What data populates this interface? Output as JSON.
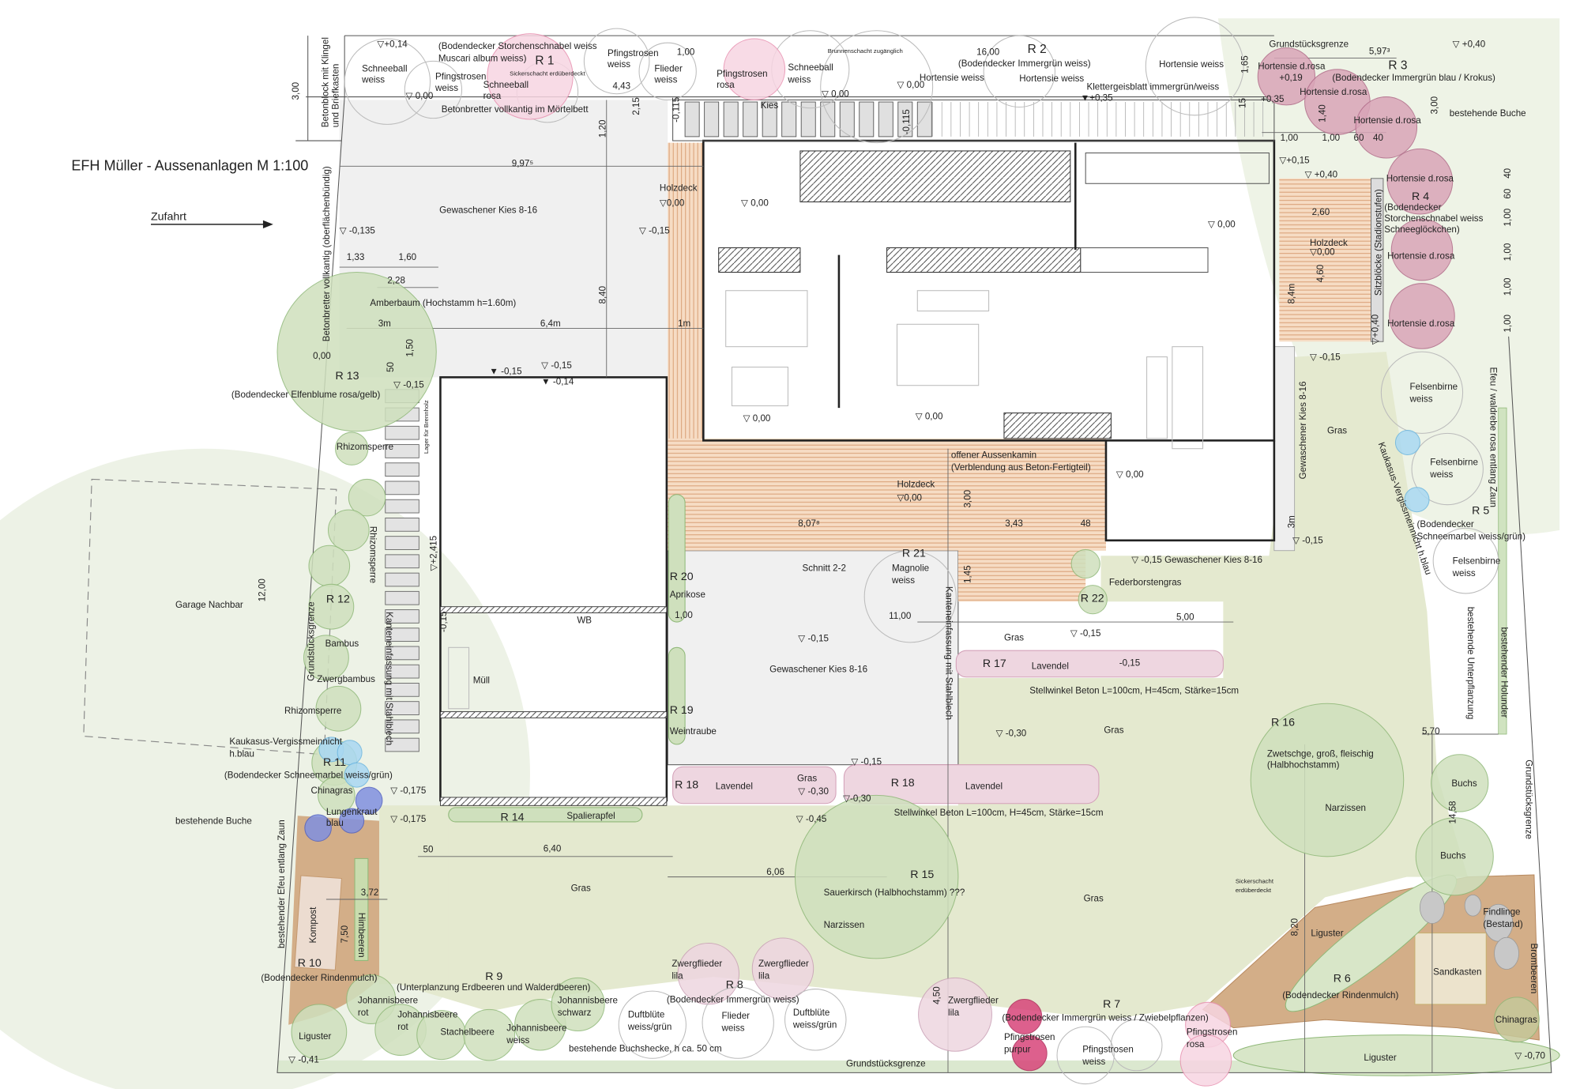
{
  "title": "EFH Müller - Aussenanlagen M 1:100",
  "colors": {
    "lawn": "#e4e9cf",
    "gravel": "#f0f0f0",
    "wood": "#e9b990",
    "mulch": "#d3ae88",
    "green_plant": "#cfe0bd",
    "hortensie": "#d9a5b8",
    "pink": "#f7d5e2",
    "lavender": "#eed6e0",
    "blue_light": "#a9d8f2",
    "blue_dark": "#8090e0",
    "magenta": "#d8457a"
  },
  "labels": {
    "zufahrt": "Zufahrt",
    "betonblock": "Betonblock mit Klingel",
    "briefkasten": "und Briefkasten",
    "betonbretter_v": "Betonbretter vollkantig (oberflächenbündig)",
    "r1": "R 1",
    "r1_desc1": "(Bodendecker Storchenschnabel weiss",
    "r1_desc2": "Muscari album weiss)",
    "sickerschacht1": "Sickerschacht erdüberdeckt",
    "schneeball_w1": "Schneeball",
    "schneeball_w1b": "weiss",
    "pfingst_w1": "Pfingstrosen",
    "pfingst_w1b": "weiss",
    "schneeball_r": "Schneeball",
    "schneeball_rb": "rosa",
    "pfingst_w2": "Pfingstrosen",
    "pfingst_w2b": "weiss",
    "flieder_w1": "Flieder",
    "flieder_w1b": "weiss",
    "pfingst_r1": "Pfingstrosen",
    "pfingst_r1b": "rosa",
    "schneeball_w2": "Schneeball",
    "schneeball_w2b": "weiss",
    "brunnenschacht": "Brunnenschacht zugänglich",
    "r2": "R 2",
    "r2_desc": "(Bodendecker Immergrün weiss)",
    "hort_w1": "Hortensie weiss",
    "hort_w2": "Hortensie weiss",
    "hort_w3": "Hortensie weiss",
    "klettergeisblatt": "Klettergeisblatt immergrün/weiss",
    "betonbretter_moertel": "Betonbretter vollkantig im Mörtelbett",
    "kies_top": "Kies",
    "grenze_top": "Grundstücksgrenze",
    "r3": "R 3",
    "r3_desc": "(Bodendecker Immergrün blau / Krokus)",
    "hort_dr1": "Hortensie d.rosa",
    "hort_dr2": "Hortensie d.rosa",
    "hort_dr3": "Hortensie d.rosa",
    "buche_top": "bestehende Buche",
    "hort_dr4": "Hortensie d.rosa",
    "r4": "R 4",
    "r4_desc1": "(Bodendecker",
    "r4_desc2": "Storchenschnabel weiss",
    "r4_desc3": "Schneeglöckchen)",
    "hort_dr5": "Hortensie d.rosa",
    "hort_dr6": "Hortensie d.rosa",
    "holzdeck_r": "Holzdeck",
    "holzdeck_r_lvl": "▽0,00",
    "sitzbloecke": "Sitzblöcke (Stadionstufen)",
    "kies_upper": "Gewaschener Kies 8-16",
    "holzdeck_l": "Holzdeck",
    "holzdeck_l_lvl": "▽0,00",
    "amberbaum": "Amberbaum (Hochstamm h=1.60m)",
    "r13": "R 13",
    "r13_desc": "(Bodendecker Elfenblume rosa/gelb)",
    "rhizom1": "Rhizomsperre",
    "felsen1": "Felsenbirne",
    "felsen1b": "weiss",
    "felsen2": "Felsenbirne",
    "felsen2b": "weiss",
    "felsen3": "Felsenbirne",
    "felsen3b": "weiss",
    "gras_r": "Gras",
    "efeu_r": "Efeu / waldrebe rosa entlang Zaun",
    "kaukasus_r": "Kaukasus-Vergissmeinnicht h.blau",
    "r5": "R 5",
    "r5_desc1": "(Bodendecker",
    "r5_desc2": "Schneemarbel weiss/grün)",
    "kamin1": "offener Aussenkamin",
    "kamin2": "(Verblendung aus Beton-Fertigteil)",
    "holzdeck_t": "Holzdeck",
    "holzdeck_t_lvl": "▽0,00",
    "kies_v": "Gewaschener Kies 8-16",
    "kies_s": "▽ -0,15  Gewaschener Kies 8-16",
    "federborsten": "Federborstengras",
    "r22": "R 22",
    "r20": "R 20",
    "aprikose": "Aprikose",
    "schnitt": "Schnitt 2-2",
    "r21": "R 21",
    "magnolie": "Magnolie",
    "magnolie_b": "weiss",
    "kanten_r": "Kanteneinfassung mit Stahlblech",
    "kies_lower": "Gewaschener Kies 8-16",
    "wb": "WB",
    "muell": "Müll",
    "r17": "R 17",
    "lavendel17": "Lavendel",
    "stellwinkel1": "Stellwinkel Beton L=100cm, H=45cm, Stärke=15cm",
    "gras1": "Gras",
    "gras2": "Gras",
    "r19": "R 19",
    "weintraube": "Weintraube",
    "r18a": "R 18",
    "lavendel18a": "Lavendel",
    "gras3": "Gras",
    "r18b": "R 18",
    "lavendel18b": "Lavendel",
    "stellwinkel2": "Stellwinkel Beton L=100cm, H=45cm, Stärke=15cm",
    "r14": "R 14",
    "spalierapfel": "Spalierapfel",
    "r16": "R 16",
    "zwetschge1": "Zwetschge, groß, fleischig",
    "zwetschge2": "(Halbhochstamm)",
    "narzissen1": "Narzissen",
    "buchs1": "Buchs",
    "buchs2": "Buchs",
    "sickerschacht2a": "Sickerschacht",
    "sickerschacht2b": "erdüberdeckt",
    "gras4": "Gras",
    "r15": "R 15",
    "sauerkirsch": "Sauerkirsch (Halbhochstamm) ???",
    "narzissen2": "Narzissen",
    "gras5": "Gras",
    "garage": "Garage Nachbar",
    "buche_left": "bestehende Buche",
    "r12": "R 12",
    "bambus": "Bambus",
    "zwergbambus": "Zwergbambus",
    "rhizom2": "Rhizomsperre",
    "grenze_left": "Grundstücksgrenze",
    "rhizom_v": "Rhizomsperre",
    "kanten_l": "Kanteneinfassung mit Stahlblech",
    "kaukasus_l1": "Kaukasus-Vergissmeinnicht",
    "kaukasus_l2": "h.blau",
    "r11": "R 11",
    "r11_desc": "(Bodendecker Schneemarbel weiss/grün)",
    "chinagras_l": "Chinagras",
    "lungenkraut": "Lungenkraut",
    "lungenkraut_b": "blau",
    "efeu_l": "bestehender Efeu entlang Zaun",
    "kompost": "Kompost",
    "himbeeren": "Himbeeren",
    "lager": "Lager für Brennholz",
    "r10": "R 10",
    "r10_desc": "(Bodendecker Rindenmulch)",
    "r9": "R 9",
    "r9_desc": "(Unterplanzung Erdbeeren und Walderdbeeren)",
    "joh_rot1": "Johannisbeere",
    "joh_rot1b": "rot",
    "joh_rot2": "Johannisbeere",
    "joh_rot2b": "rot",
    "stachelbeere": "Stachelbeere",
    "joh_weiss": "Johannisbeere",
    "joh_weissb": "weiss",
    "joh_schwarz": "Johannisbeere",
    "joh_schwarzb": "schwarz",
    "liguster_l": "Liguster",
    "buchshecke": "bestehende Buchshecke, h ca. 50 cm",
    "zwergfl1": "Zwergflieder",
    "zwergfl1b": "lila",
    "zwergfl2": "Zwergflieder",
    "zwergfl2b": "lila",
    "r8": "R 8",
    "r8_desc": "(Bodendecker Immergrün weiss)",
    "duft1": "Duftblüte",
    "duft1b": "weiss/grün",
    "flieder2": "Flieder",
    "flieder2b": "weiss",
    "duft2": "Duftblüte",
    "duft2b": "weiss/grün",
    "zwergfl3": "Zwergflieder",
    "zwergfl3b": "lila",
    "r7": "R 7",
    "r7_desc": "(Bodendecker Immergrün weiss / Zwiebelpflanzen)",
    "pf_purpur": "Pfingstrosen",
    "pf_purpurb": "purpur",
    "pf_weiss3": "Pfingstrosen",
    "pf_weiss3b": "weiss",
    "pf_rosa2": "Pfingstrosen",
    "pf_rosa2b": "rosa",
    "grenze_bottom": "Grundstücksgrenze",
    "liguster_m": "Liguster",
    "r6": "R 6",
    "r6_desc": "(Bodendecker Rindenmulch)",
    "sandkasten": "Sandkasten",
    "findlinge": "Findlinge",
    "findlinge_b": "(Bestand)",
    "chinagras_r": "Chinagras",
    "liguster_r": "Liguster",
    "brombeeren": "Brombeeren",
    "grenze_right": "Grundstücksgrenze",
    "holunder": "bestehender Holunder",
    "unterpflanzung": "bestehende Unterpflanzung"
  },
  "levels": {
    "a": "▽+0,14",
    "b": "▽ 0,00",
    "c": "▽ 0,00",
    "d": "▽ 0,00",
    "e": "▼+0,35",
    "f": "+0,35",
    "g": "▽ +0,40",
    "h": "+0,19",
    "i": "▽+0,15",
    "j": "▽ +0,40",
    "k": "▽ 0,00",
    "l": "▽ -0,15",
    "m": "▽ -0,135",
    "n": "▽ 0,00",
    "o": "0,00",
    "p": "▽ -0,15",
    "q": "▼ -0,15",
    "r": "▽ -0,15",
    "s": "▼ -0,14",
    "t": "▽ 0,00",
    "u": "▽ 0,00",
    "v": "▽ 0,00",
    "w": "▽ -0,15",
    "x": "▽ -0,15",
    "y": "▽ -0,15",
    "z": "▽ -0,15",
    "aa": "-0,15",
    "ab": "▽ -0,30",
    "ac": "▽ -0,15",
    "ad": "▽ -0,30",
    "ae": "▽-0,30",
    "af": "▽ -0,45",
    "ag": "▽ -0,175",
    "ah": "▽ -0,175",
    "ai": "▽ -0,41",
    "aj": "▽ -0,70",
    "ak": "▽+0,40",
    "al": "-0,15",
    "am": "-0,115",
    "an": "-0,115",
    "ao": "▽+2,415"
  },
  "dimensions": {
    "d300a": "3,00",
    "d997": "9,97⁵",
    "d133": "1,33",
    "d160": "1,60",
    "d228": "2,28",
    "d3m": "3m",
    "d64m": "6,4m",
    "d1m": "1m",
    "d840": "8,40",
    "d120": "1,20",
    "d215": "2,15",
    "d443": "4,43",
    "d100a": "1,00",
    "d1600": "16,00",
    "d597": "5,97³",
    "d165": "1,65",
    "d140": "1,40",
    "d300b": "3,00",
    "d100b": "1,00",
    "d100c": "1,00",
    "d60": "60",
    "d40": "40",
    "d260": "2,60",
    "d460": "4,60",
    "d84m": "8,4m",
    "d40r": "40",
    "d60r": "60",
    "d100r1": "1,00",
    "d100r2": "1,00",
    "d100r3": "1,00",
    "d100r4": "1,00",
    "d1200": "12,00",
    "d807": "8,07⁸",
    "d343": "3,43",
    "d300c": "3,00",
    "d145": "1,45",
    "d100d": "1,00",
    "d1100": "11,00",
    "d500": "5,00",
    "d570": "5,70",
    "d1458": "14,58",
    "d820": "8,20",
    "d450": "4,50",
    "d640": "6,40",
    "d606": "6,06",
    "d50a": "50",
    "d372": "3,72",
    "d750": "7,50",
    "d150": "1,50",
    "d50b": "50",
    "d48": "48",
    "d15": "15",
    "d3m2": "3m"
  }
}
